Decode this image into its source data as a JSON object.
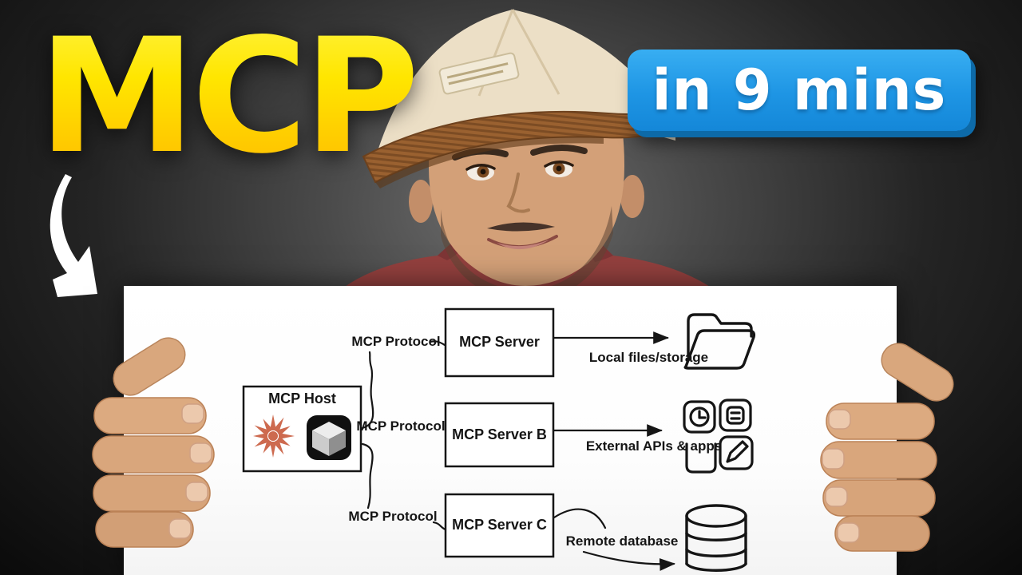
{
  "title": {
    "text": "MCP"
  },
  "badge": {
    "text": "in 9 mins"
  },
  "person": {
    "description": "man-in-corduroy-cap-holding-whiteboard"
  },
  "diagram": {
    "host": {
      "label": "MCP Host",
      "icons": [
        {
          "name": "claude-logo"
        },
        {
          "name": "cursor-logo"
        }
      ]
    },
    "connections": [
      {
        "protocol_label": "MCP Protocol"
      },
      {
        "protocol_label": "MCP Protocol"
      },
      {
        "protocol_label": "MCP Protocol"
      }
    ],
    "servers": [
      {
        "label": "MCP Server",
        "resource": "Local files/storage",
        "resource_icon": "folder-icon"
      },
      {
        "label": "MCP Server B",
        "resource": "External APIs & apps",
        "resource_icon": "apps-grid-icon"
      },
      {
        "label": "MCP Server C",
        "resource": "Remote database",
        "resource_icon": "database-icon"
      }
    ]
  },
  "colors": {
    "title_yellow_top": "#ffe600",
    "title_yellow_bottom": "#ffbe00",
    "badge_blue": "#1e95e4",
    "badge_shadow_blue": "#0d6aa8",
    "board_white": "#ffffff",
    "diagram_ink": "#151515",
    "claude_coral": "#cd6a4f",
    "background_dark": "#0b0b0b",
    "shirt_maroon": "#93403e",
    "cap_cream": "#ecdfc6",
    "cap_brim_brown": "#9a6130",
    "skin": "#d3a078"
  }
}
